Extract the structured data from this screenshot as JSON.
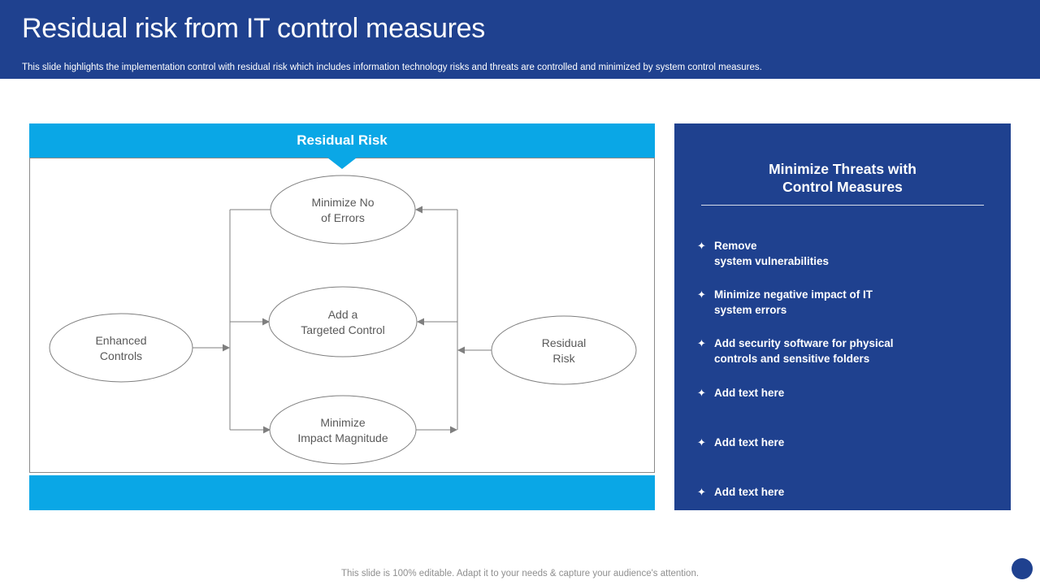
{
  "slide": {
    "title": "Residual risk from IT control measures",
    "subtitle": "This slide highlights the implementation control with residual risk which includes information technology risks and threats are controlled and minimized by system control measures."
  },
  "flowchart": {
    "banner_title": "Residual Risk",
    "nodes": {
      "top": {
        "line1": "Minimize No",
        "line2": "of Errors"
      },
      "middle": {
        "line1": "Add a",
        "line2": "Targeted Control"
      },
      "bottom": {
        "line1": "Minimize",
        "line2": "Impact Magnitude"
      },
      "left": {
        "line1": "Enhanced",
        "line2": "Controls"
      },
      "right": {
        "line1": "Residual",
        "line2": "Risk"
      }
    }
  },
  "panel": {
    "title_line1": "Minimize Threats with",
    "title_line2": "Control Measures",
    "bullet_glyph": "✦",
    "items": [
      "Remove\nsystem vulnerabilities",
      "Minimize negative impact of IT\nsystem errors",
      "Add security software for physical\ncontrols and sensitive folders",
      "Add text here",
      "Add text here",
      "Add text here"
    ]
  },
  "footer": {
    "note": "This slide is 100% editable. Adapt it to your needs & capture your audience's attention."
  },
  "colors": {
    "royal_blue": "#1f418f",
    "cyan_accent": "#0aa7e6",
    "diagram_stroke": "#7f7f7f",
    "node_text": "#595959",
    "footer_text": "#8f8f8f"
  }
}
